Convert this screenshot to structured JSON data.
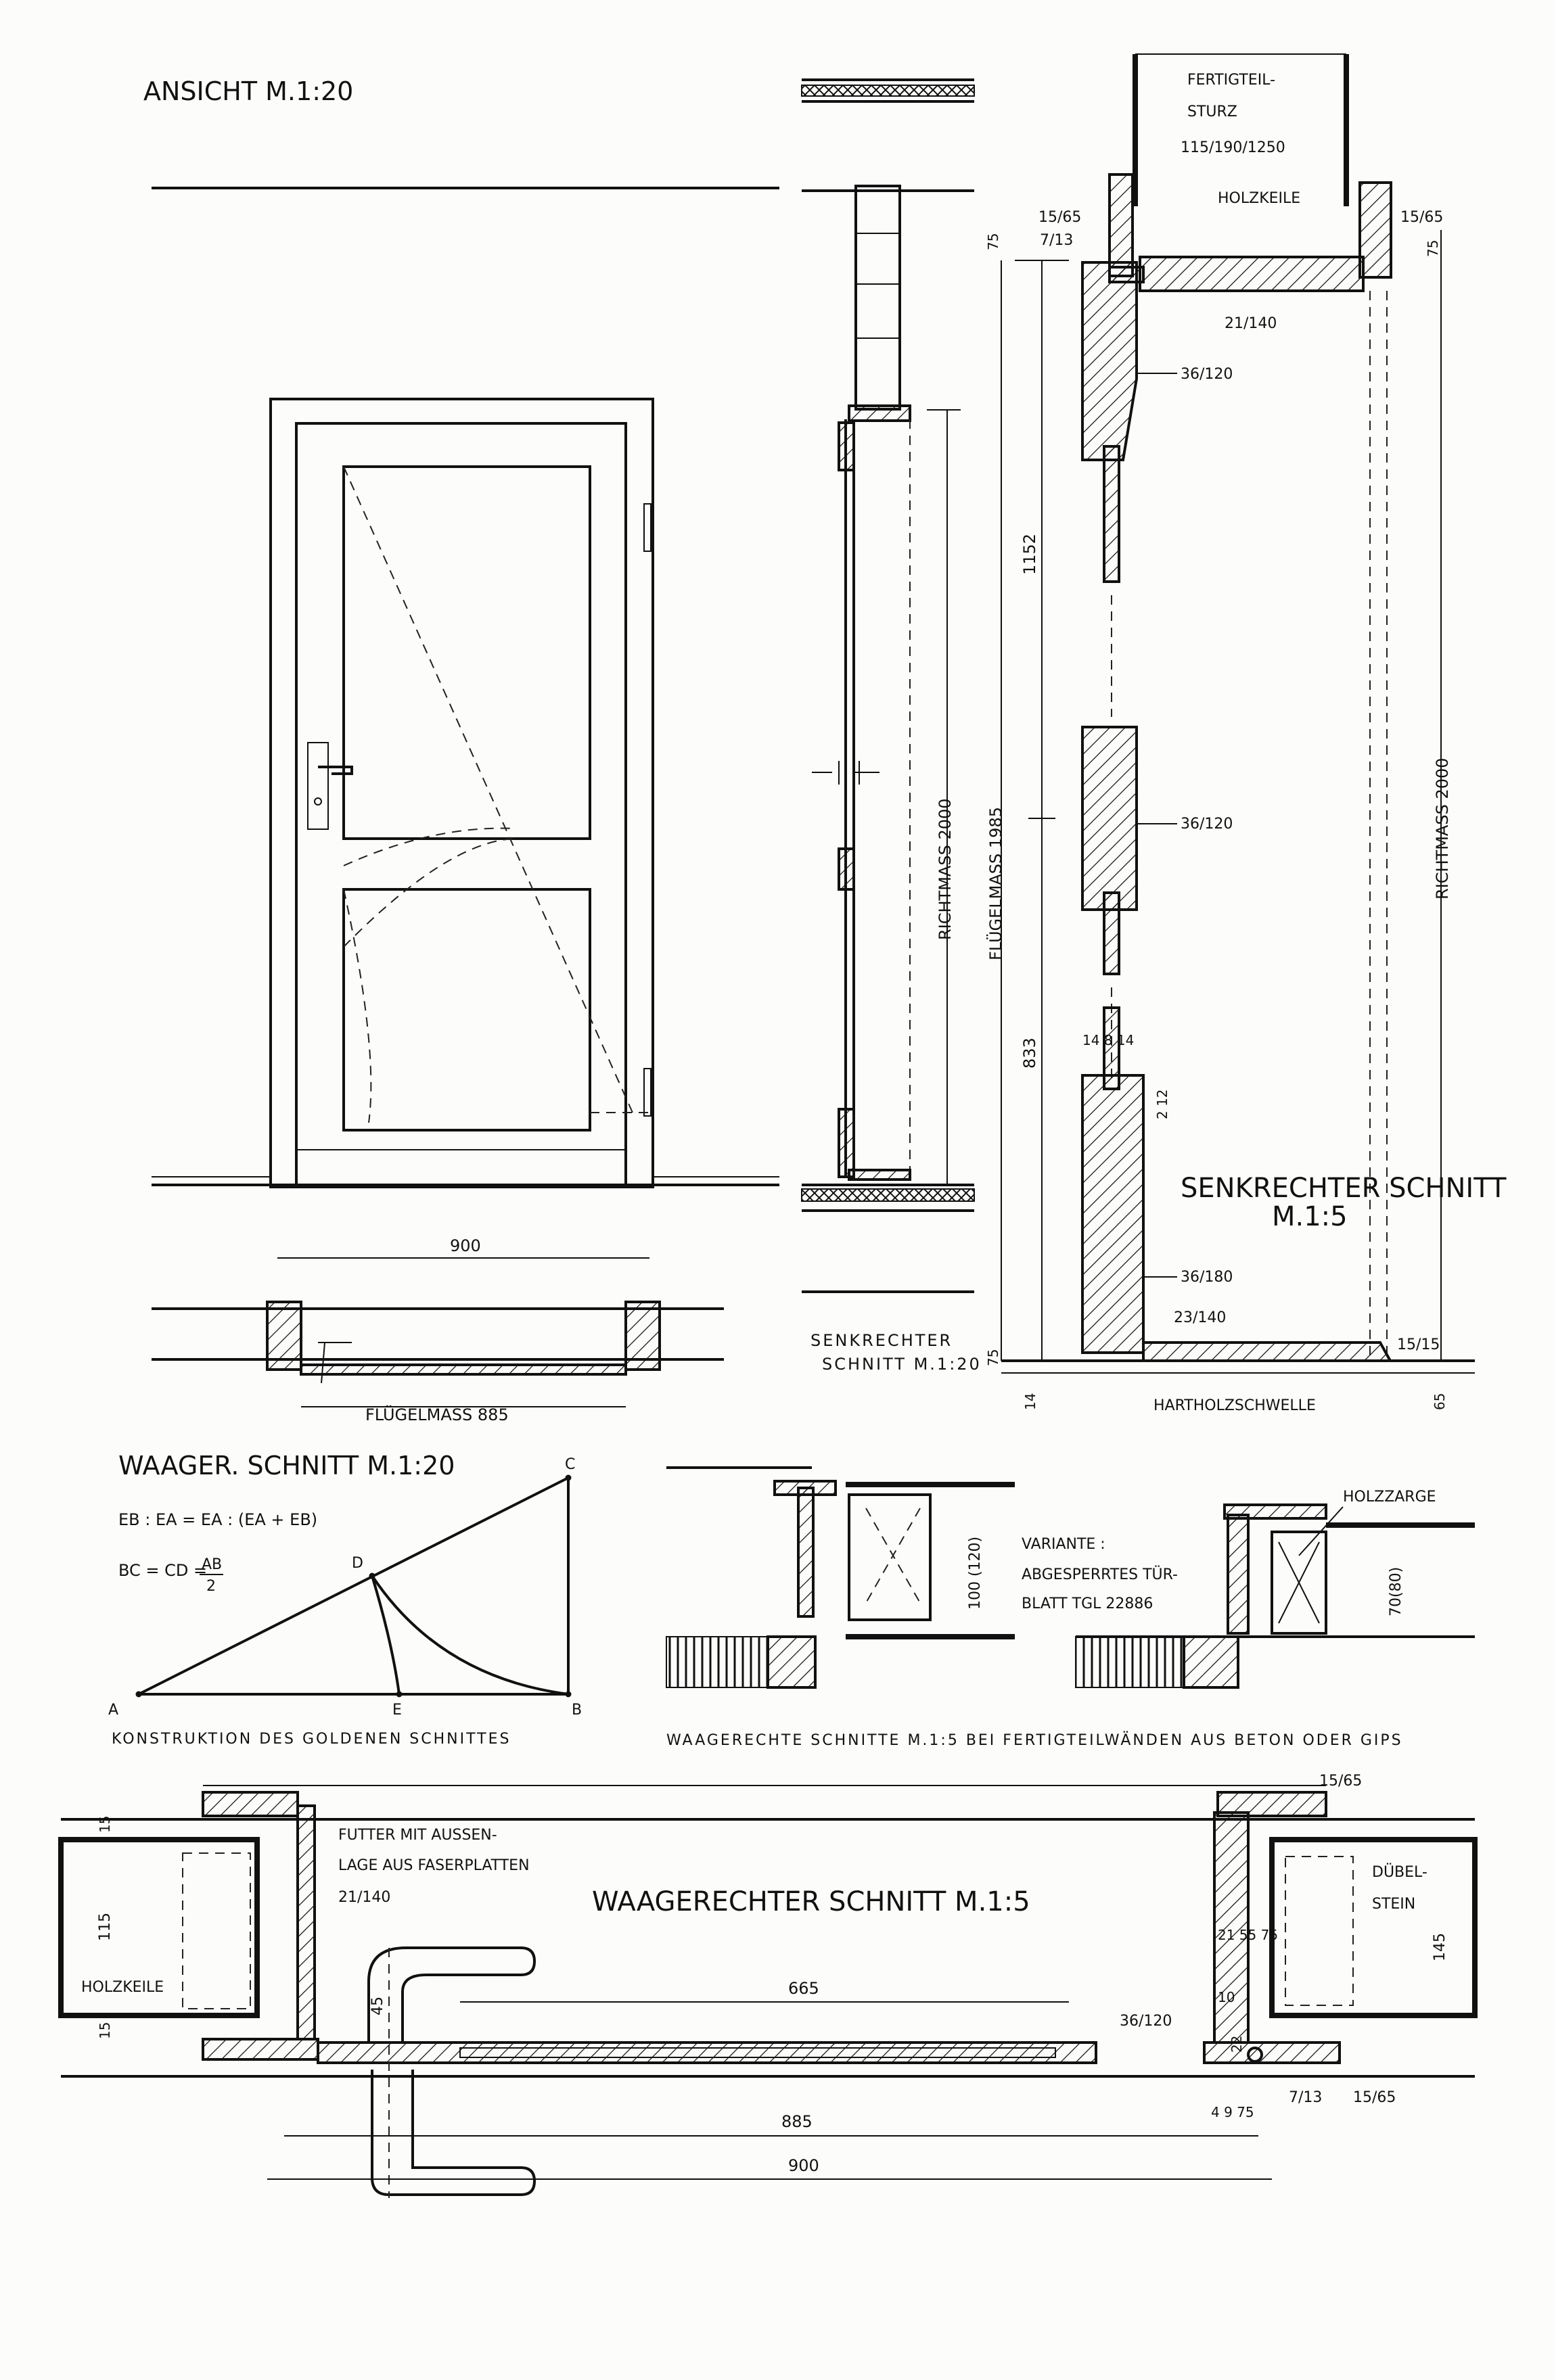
{
  "titles": {
    "ansicht": "ANSICHT M.1:20",
    "senkrechter_m15": "SENKRECHTER SCHNITT",
    "senkrechter_m15_scale": "M.1:5",
    "senkrechter_m120_line1": "SENKRECHTER",
    "senkrechter_m120_line2": "SCHNITT M.1:20",
    "waager_m120": "WAAGER. SCHNITT M.1:20",
    "waagerechter_m15": "WAAGERECHTER SCHNITT M.1:5",
    "konstruktion": "KONSTRUKTION DES GOLDENEN SCHNITTES",
    "waagerechte_schnitte": "WAAGERECHTE SCHNITTE M.1:5 BEI FERTIGTEILWÄNDEN AUS BETON ODER GIPS"
  },
  "vertical_section": {
    "fertigteil": [
      "FERTIGTEIL-",
      "STURZ",
      "115/190/1250"
    ],
    "holzkeile": "HOLZKEILE",
    "d_15_65_left": "15/65",
    "d_15_65_right": "15/65",
    "d_7_13": "7/13",
    "d_21_140": "21/140",
    "d_36_120_top": "36/120",
    "d_36_120_mid": "36/120",
    "d_36_180": "36/180",
    "d_23_140": "23/140",
    "d_15_15": "15/15",
    "hartholzschwelle": "HARTHOLZSCHWELLE",
    "d_1152": "1152",
    "d_833": "833",
    "fluegelmass_1985": "FLÜGELMASS  1985",
    "richtmass_2000_inner": "RICHTMASS  2000",
    "richtmass_2000_right": "RICHTMASS 2000",
    "d_7_5_top": "75",
    "d_7_5_right": "75",
    "d_7_5_bottom": "75",
    "d_14_bottom": "14",
    "d_65_bottom": "65",
    "d_14_8_14": "14 8 14",
    "d_2_12": "2 12"
  },
  "horizontal_m120": {
    "d_900": "900",
    "fluegelmass_885": "FLÜGELMASS  885"
  },
  "golden_section": {
    "formula1": "EB : EA = EA : (EA + EB)",
    "formula2_left": "BC = CD =",
    "formula2_num": "AB",
    "formula2_den": "2",
    "point_A": "A",
    "point_B": "B",
    "point_C": "C",
    "point_D": "D",
    "point_E": "E"
  },
  "precast_details": {
    "d_100_120": "100 (120)",
    "variante": [
      "VARIANTE :",
      "ABGESPERRTES TÜR-",
      "BLATT TGL 22886"
    ],
    "holzzarge": "HOLZZARGE",
    "d_70_80": "70(80)"
  },
  "horizontal_m15": {
    "futter": [
      "FUTTER MIT AUSSEN-",
      "LAGE AUS FASERPLATTEN",
      "21/140"
    ],
    "holzkeile": "HOLZKEILE",
    "duebelstein": [
      "DÜBEL-",
      "STEIN"
    ],
    "d_15_65_top": "15/65",
    "d_15_65_bottom": "15/65",
    "d_7_13": "7/13",
    "d_36_120": "36/120",
    "d_665": "665",
    "d_885": "885",
    "d_900": "900",
    "d_45": "45",
    "d_115": "115",
    "d_15_top": "15",
    "d_15_bottom": "15",
    "d_145": "145",
    "d_21_5_75": "21 55 75",
    "d_10": "10",
    "d_22": "22",
    "d_4_9_75": "4 9 75"
  }
}
